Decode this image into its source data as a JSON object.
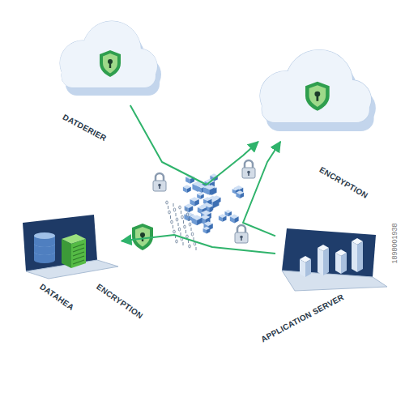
{
  "diagram": {
    "nodes": [
      {
        "text": [
          "DATDERIER"
        ]
      },
      {
        "text": [
          "ENCRYPTION"
        ]
      },
      {
        "text": [
          "DATAHEA",
          "ENCRYPTION"
        ]
      },
      {
        "text": [
          "APPLICATION SERVER"
        ]
      }
    ],
    "edges": [
      {
        "from": 0,
        "to": 1,
        "arrow": "to"
      },
      {
        "from": 3,
        "to": 1,
        "arrow": "to"
      },
      {
        "from": 3,
        "to": 2,
        "arrow": "to"
      }
    ],
    "labels": [
      "1898001938"
    ]
  }
}
